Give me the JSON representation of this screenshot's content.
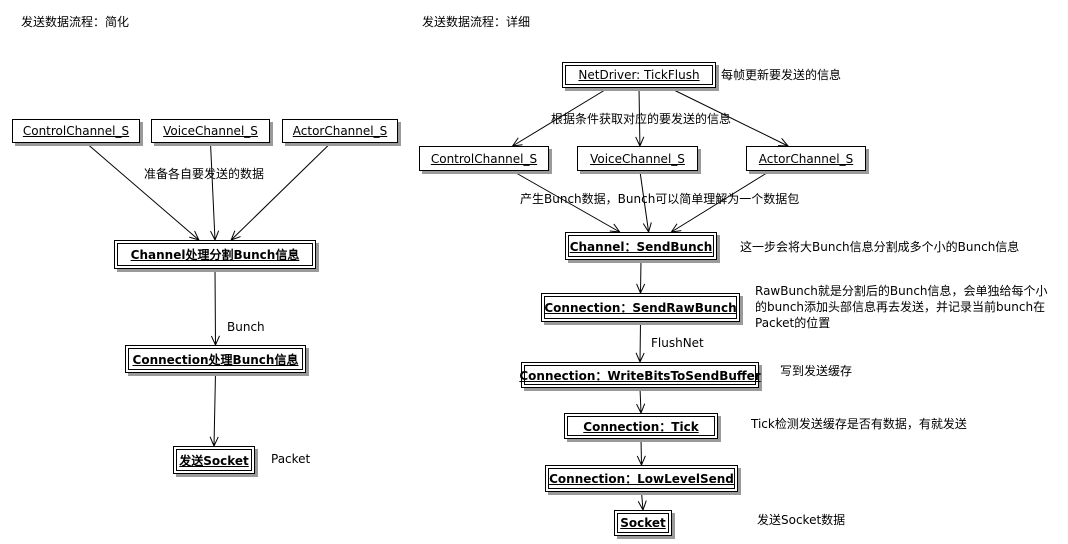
{
  "simple": {
    "title": "发送数据流程：简化",
    "nodes": {
      "control": "ControlChannel_S",
      "voice": "VoiceChannel_S",
      "actor": "ActorChannel_S",
      "channel": "Channel处理分割Bunch信息",
      "connection": "Connection处理Bunch信息",
      "socket": "发送Socket"
    },
    "labels": {
      "prepare": "准备各自要发送的数据",
      "bunch": "Bunch",
      "packet": "Packet"
    }
  },
  "detail": {
    "title": "发送数据流程：详细",
    "nodes": {
      "netdriver": "NetDriver: TickFlush",
      "control": "ControlChannel_S",
      "voice": "VoiceChannel_S",
      "actor": "ActorChannel_S",
      "sendbunch": "Channel：SendBunch",
      "sendrawbunch": "Connection：SendRawBunch",
      "writebits": "Connection：WriteBitsToSendBuffer",
      "tick": "Connection：Tick",
      "lowlevelsend": "Connection：LowLevelSend",
      "socket": "Socket"
    },
    "labels": {
      "netdriver_note": "每帧更新要发送的信息",
      "condition": "根据条件获取对应的要发送的信息",
      "produce": "产生Bunch数据，Bunch可以简单理解为一个数据包",
      "sendbunch_note": "这一步会将大Bunch信息分割成多个小的Bunch信息",
      "rawbunch_note": "RawBunch就是分割后的Bunch信息，会单独给每个小的bunch添加头部信息再去发送，并记录当前bunch在Packet的位置",
      "flushnet": "FlushNet",
      "writebits_note": "写到发送缓存",
      "tick_note": "Tick检测发送缓存是否有数据，有就发送",
      "socket_note": "发送Socket数据"
    }
  }
}
